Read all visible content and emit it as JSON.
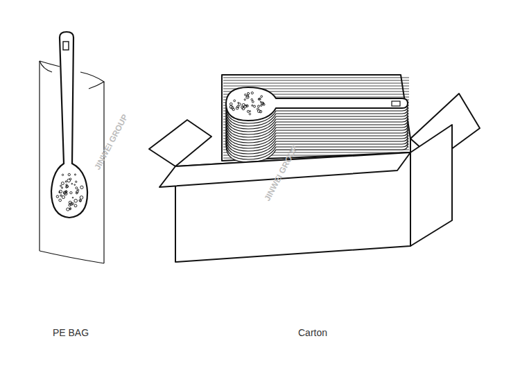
{
  "diagram": {
    "labels": [
      "PE BAG",
      "Carton",
      "JINWEI GROUP",
      "JINWEI GROUP"
    ]
  }
}
